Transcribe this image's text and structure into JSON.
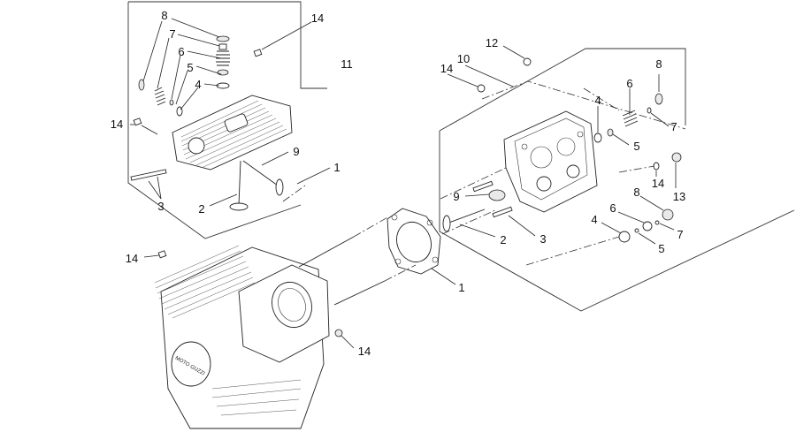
{
  "callouts": [
    {
      "id": "c8a",
      "label": "8"
    },
    {
      "id": "c7a",
      "label": "7"
    },
    {
      "id": "c6a",
      "label": "6"
    },
    {
      "id": "c5a",
      "label": "5"
    },
    {
      "id": "c4a",
      "label": "4"
    },
    {
      "id": "c14a",
      "label": "14"
    },
    {
      "id": "c11",
      "label": "11"
    },
    {
      "id": "c14b",
      "label": "14"
    },
    {
      "id": "c9a",
      "label": "9"
    },
    {
      "id": "c1a",
      "label": "1"
    },
    {
      "id": "c3a",
      "label": "3"
    },
    {
      "id": "c2a",
      "label": "2"
    },
    {
      "id": "c12",
      "label": "12"
    },
    {
      "id": "c10",
      "label": "10"
    },
    {
      "id": "c14c",
      "label": "14"
    },
    {
      "id": "c4b",
      "label": "4"
    },
    {
      "id": "c6b",
      "label": "6"
    },
    {
      "id": "c8b",
      "label": "8"
    },
    {
      "id": "c7b",
      "label": "7"
    },
    {
      "id": "c5b",
      "label": "5"
    },
    {
      "id": "c14d",
      "label": "14"
    },
    {
      "id": "c13",
      "label": "13"
    },
    {
      "id": "c8c",
      "label": "8"
    },
    {
      "id": "c9b",
      "label": "9"
    },
    {
      "id": "c2b",
      "label": "2"
    },
    {
      "id": "c3b",
      "label": "3"
    },
    {
      "id": "c6c",
      "label": "6"
    },
    {
      "id": "c4c",
      "label": "4"
    },
    {
      "id": "c7c",
      "label": "7"
    },
    {
      "id": "c5c",
      "label": "5"
    },
    {
      "id": "c1b",
      "label": "1"
    },
    {
      "id": "c14e",
      "label": "14"
    },
    {
      "id": "c14f",
      "label": "14"
    }
  ],
  "brand_text": "MOTO GUZZI",
  "colors": {
    "line": "#222222",
    "background": "#ffffff"
  }
}
